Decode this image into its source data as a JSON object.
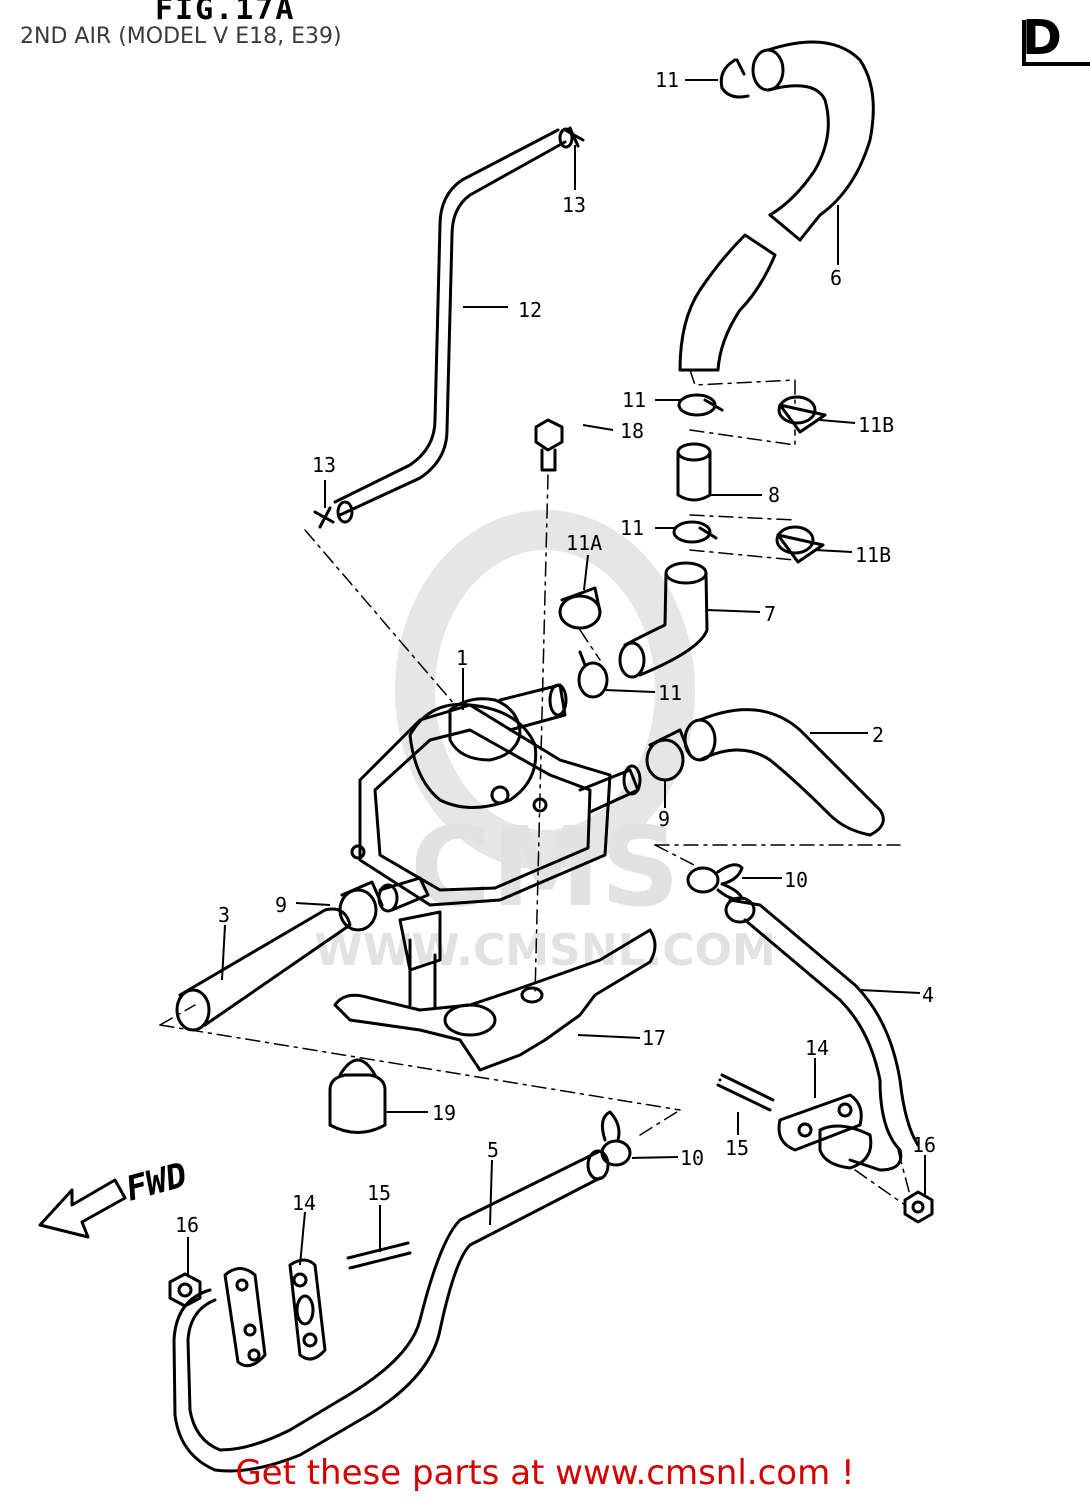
{
  "figure": {
    "title": "FIG.17A",
    "subtitle": "2ND AIR (MODEL V E18, E39)",
    "page_tag": "D",
    "direction_label": "FWD"
  },
  "callouts": [
    {
      "id": "c1",
      "label": "1"
    },
    {
      "id": "c2",
      "label": "2"
    },
    {
      "id": "c3",
      "label": "3"
    },
    {
      "id": "c4",
      "label": "4"
    },
    {
      "id": "c5",
      "label": "5"
    },
    {
      "id": "c6",
      "label": "6"
    },
    {
      "id": "c7",
      "label": "7"
    },
    {
      "id": "c8",
      "label": "8"
    },
    {
      "id": "c9a",
      "label": "9"
    },
    {
      "id": "c9b",
      "label": "9"
    },
    {
      "id": "c10a",
      "label": "10"
    },
    {
      "id": "c10b",
      "label": "10"
    },
    {
      "id": "c11a",
      "label": "11"
    },
    {
      "id": "c11b",
      "label": "11"
    },
    {
      "id": "c11c",
      "label": "11"
    },
    {
      "id": "c11d",
      "label": "11"
    },
    {
      "id": "c11A",
      "label": "11A"
    },
    {
      "id": "c11Ba",
      "label": "11B"
    },
    {
      "id": "c11Bb",
      "label": "11B"
    },
    {
      "id": "c12",
      "label": "12"
    },
    {
      "id": "c13a",
      "label": "13"
    },
    {
      "id": "c13b",
      "label": "13"
    },
    {
      "id": "c14a",
      "label": "14"
    },
    {
      "id": "c14b",
      "label": "14"
    },
    {
      "id": "c15a",
      "label": "15"
    },
    {
      "id": "c15b",
      "label": "15"
    },
    {
      "id": "c16a",
      "label": "16"
    },
    {
      "id": "c16b",
      "label": "16"
    },
    {
      "id": "c17",
      "label": "17"
    },
    {
      "id": "c18",
      "label": "18"
    },
    {
      "id": "c19",
      "label": "19"
    }
  ],
  "watermark": {
    "brand": "CMS",
    "url": "WWW.CMSNL.COM"
  },
  "footer": {
    "text": "Get these parts at www.cmsnl.com !"
  },
  "colors": {
    "line": "#000000",
    "watermark": "#e6e6e6",
    "footer": "#d40000",
    "subtitle": "#3a3a3a"
  }
}
